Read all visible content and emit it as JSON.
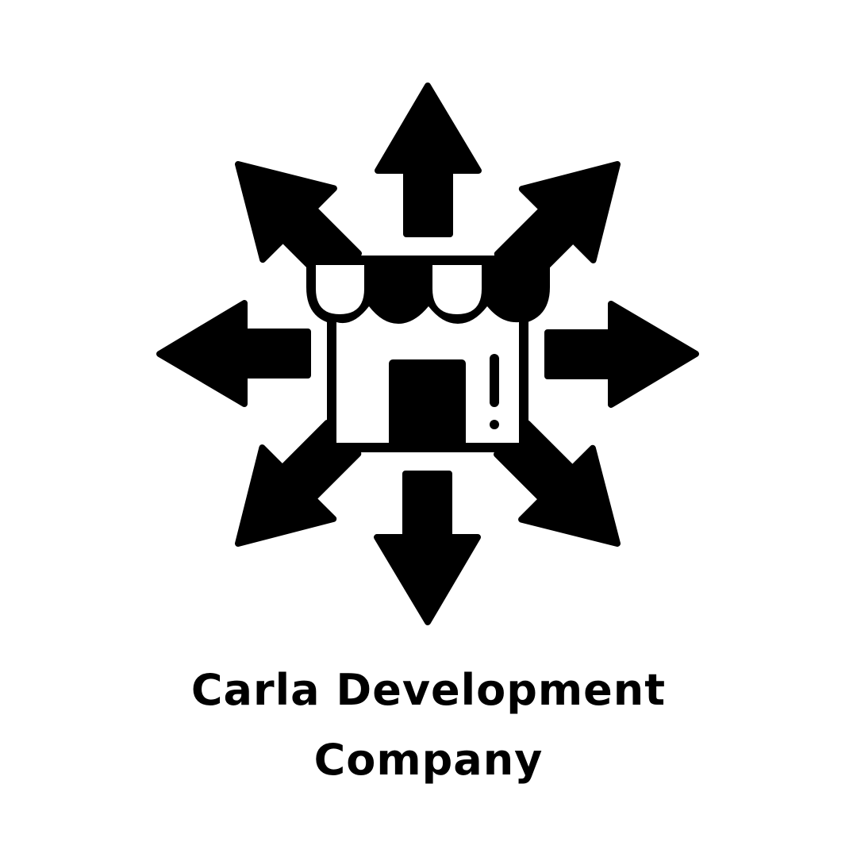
{
  "logo": {
    "icon": "storefront-expansion-arrows-icon",
    "arrow_count": 8,
    "arrow_directions": [
      "up",
      "up-right",
      "right",
      "down-right",
      "down",
      "down-left",
      "left",
      "up-left"
    ],
    "color": "#000000",
    "background": "#ffffff"
  },
  "company": {
    "line1": "Carla Development",
    "line2": "Company"
  }
}
